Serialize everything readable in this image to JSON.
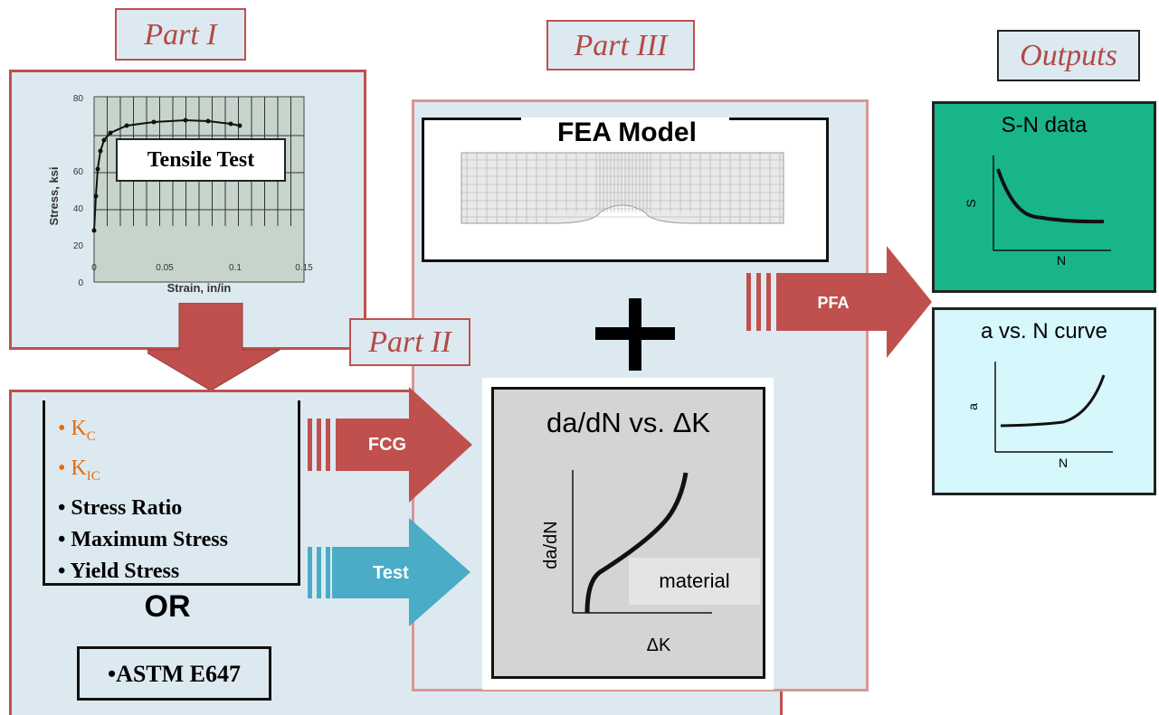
{
  "labels": {
    "part1": "Part I",
    "part2": "Part II",
    "part3": "Part III",
    "outputs": "Outputs"
  },
  "tensile": {
    "title": "Tensile Test",
    "ylabel": "Stress, ksi",
    "xlabel": "Strain, in/in",
    "yticks": [
      "0",
      "20",
      "40",
      "60",
      "80"
    ],
    "xticks": [
      "0",
      "0.05",
      "0.1",
      "0.15"
    ]
  },
  "part2": {
    "kc_main": "K",
    "kc_sub": "C",
    "kic_main": "K",
    "kic_sub": "IC",
    "items": [
      "Stress Ratio",
      "Maximum Stress",
      "Yield Stress"
    ],
    "or_text": "OR",
    "astm": "ASTM E647",
    "fcg_label": "FCG",
    "test_label": "Test"
  },
  "part3": {
    "fea_title": "FEA Model",
    "plus": "+",
    "pfa_label": "PFA"
  },
  "dadn": {
    "title": "da/dN vs. ΔK",
    "ylabel": "da/dN",
    "xlabel": "ΔK",
    "material": "material"
  },
  "outputs": {
    "sn_title": "S-N data",
    "sn_ylabel": "S",
    "sn_xlabel": "N",
    "an_title": "a vs. N curve",
    "an_ylabel": "a",
    "an_xlabel": "N"
  },
  "colors": {
    "accent_red": "#c0504d",
    "arrow_red": "#c0504d",
    "arrow_blue": "#4aacc6",
    "panel_blue": "#dde9f1",
    "sn_green": "#18b58a",
    "an_cyan": "#d6f7fb"
  }
}
